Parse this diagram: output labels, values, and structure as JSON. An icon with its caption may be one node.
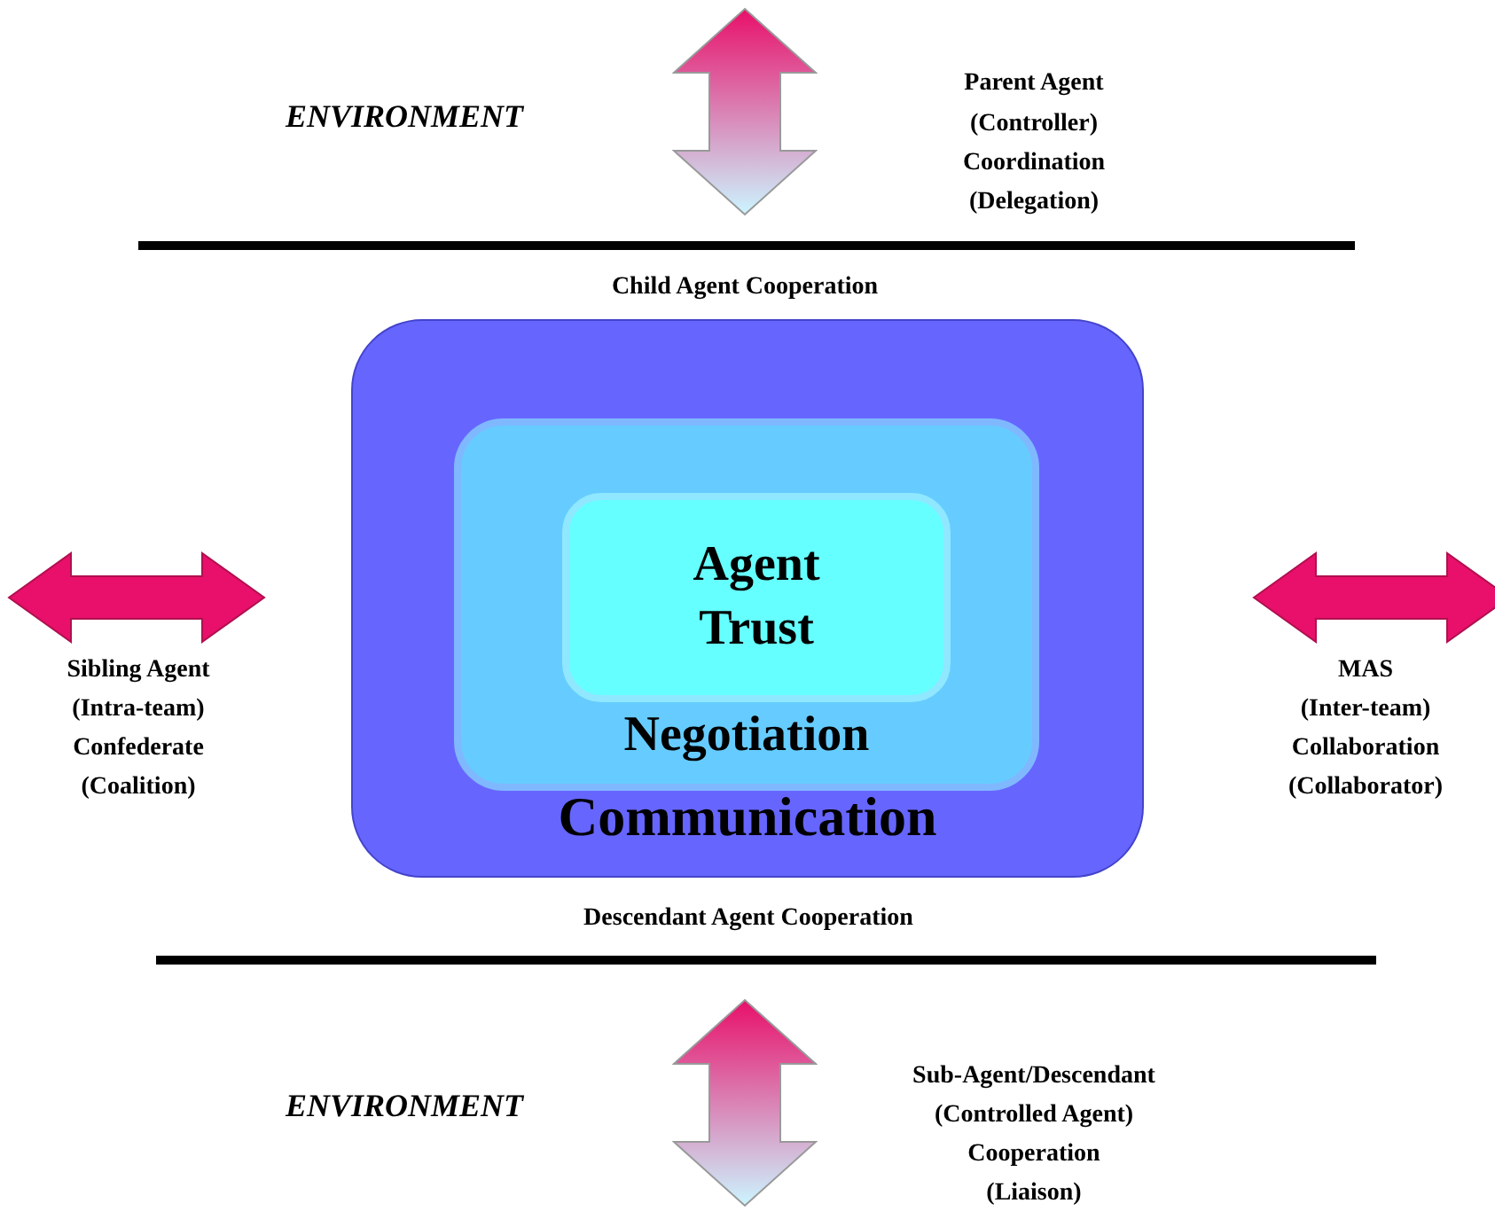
{
  "diagram": {
    "nodes": [
      {
        "text": [
          "Communication"
        ]
      },
      {
        "text": [
          "Negotiation"
        ],
        "in": 0
      },
      {
        "text": [
          "Agent Trust"
        ],
        "in": 1
      }
    ],
    "labels": [
      "ENVIRONMENT",
      "Parent Agent",
      "(Controller)",
      "Coordination",
      "(Delegation)",
      "Child Agent Cooperation",
      "Sibling Agent",
      "(Intra-team)",
      "Confederate",
      "(Coalition)",
      "MAS",
      "(Inter-team)",
      "Collaboration",
      "(Collaborator)",
      "Descendant Agent Cooperation",
      "ENVIRONMENT",
      "Sub-Agent/Descendant",
      "(Controlled Agent)",
      "Cooperation",
      "(Liaison)"
    ]
  }
}
